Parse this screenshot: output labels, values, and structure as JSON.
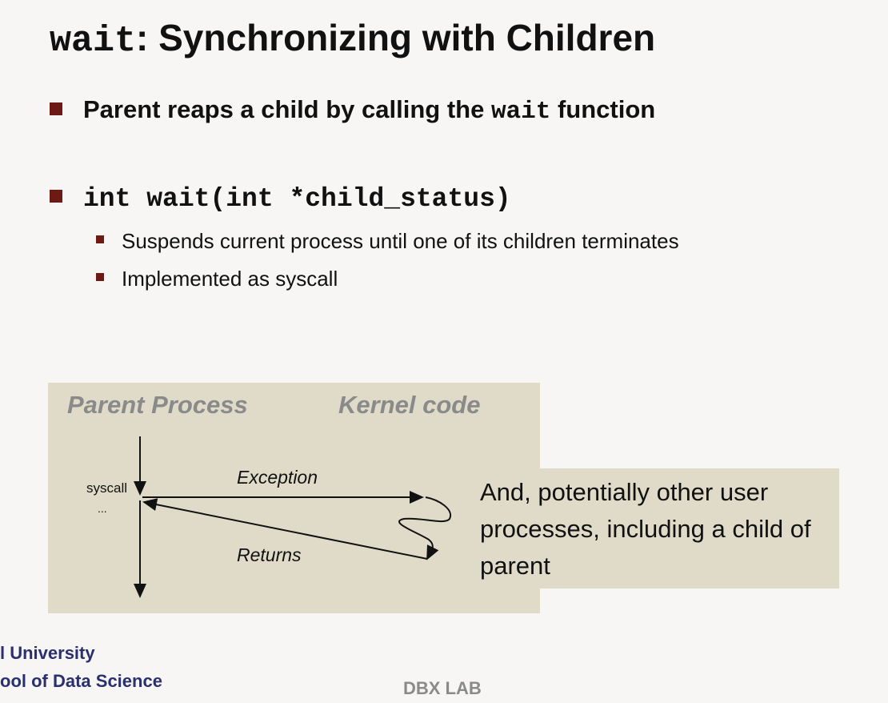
{
  "slide": {
    "title_code": "wait",
    "title_text": ": Synchronizing with Children",
    "bullets": [
      {
        "prefix": "Parent reaps a child by calling the ",
        "code": "wait",
        "suffix": " function"
      },
      {
        "code": "int wait(int *child_status)"
      }
    ],
    "sub_bullets": [
      "Suspends current process until one of its children terminates",
      "Implemented as syscall"
    ]
  },
  "diagram": {
    "parent_header": "Parent Process",
    "kernel_header": "Kernel code",
    "syscall_label": "syscall",
    "dots_label": "...",
    "exception_label": "Exception",
    "returns_label": "Returns",
    "callout": "And, potentially other user processes, including a child of parent"
  },
  "footer": {
    "university": "l University",
    "school": "ool of Data Science",
    "watermark": "DBX LAB"
  },
  "colors": {
    "bullet": "#6e1a14",
    "panel": "#e0dbc9",
    "logo_text": "#2a2f6e"
  }
}
